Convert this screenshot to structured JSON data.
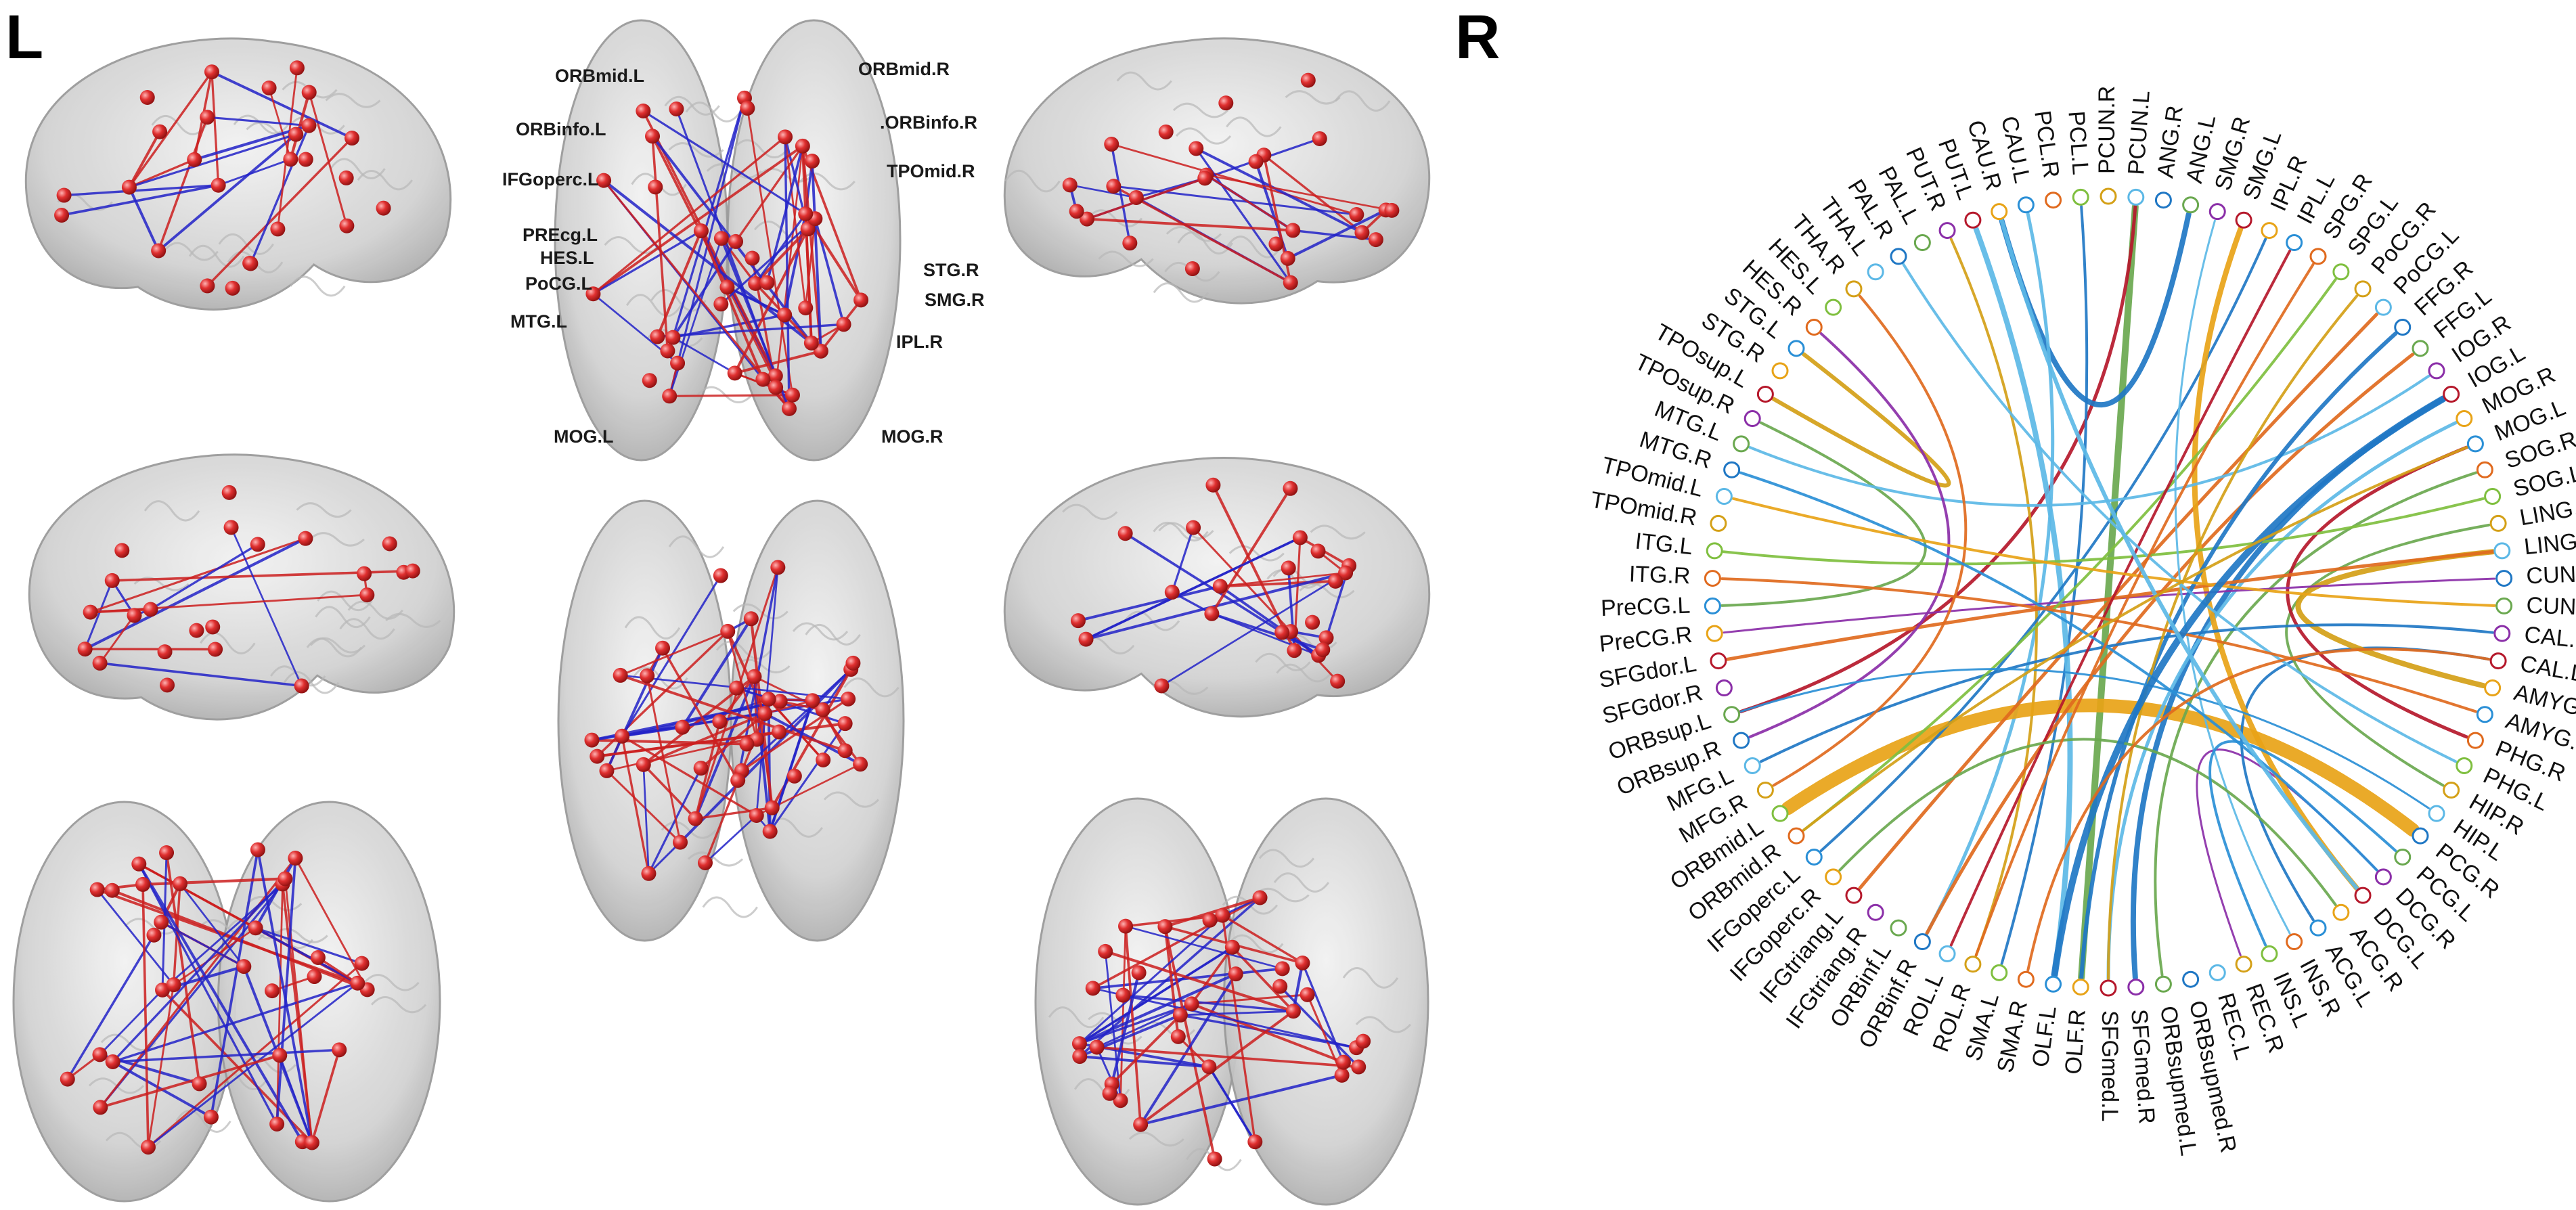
{
  "panels": {
    "left_letter": "L",
    "right_letter": "R"
  },
  "colors": {
    "node_red": "#d42a2a",
    "edge_red": "#cc1f1f",
    "edge_blue": "#2323c8",
    "brain_fill": "#cfcfcf",
    "brain_edge": "#9a9a9a"
  },
  "brain_views": [
    "left-lateral",
    "superior",
    "right-lateral",
    "left-medial",
    "inferior",
    "right-medial",
    "anterior",
    "posterior"
  ],
  "roi_labels": [
    "ORBmid.L",
    "ORBmid.R",
    "ORBinfo.L",
    ".ORBinfo.R",
    "IFGoperc.L",
    "TPOmid.R",
    "PREcg.L",
    "HES.L",
    "PoCG.L",
    "STG.R",
    "SMG.R",
    "MTG.L",
    "IPL.R",
    "MOG.L",
    "MOG.R"
  ],
  "ring_regions": [
    "PCUN.R",
    "PCUN.L",
    "ANG.R",
    "ANG.L",
    "SMG.R",
    "SMG.L",
    "IPL.R",
    "IPL.L",
    "SPG.R",
    "SPG.L",
    "PoCG.R",
    "PoCG.L",
    "FFG.R",
    "FFG.L",
    "IOG.R",
    "IOG.L",
    "MOG.R",
    "MOG.L",
    "SOG.R",
    "SOG.L",
    "LING.R",
    "LING.L",
    "CUN.R",
    "CUN.L",
    "CAL.R",
    "CAL.L",
    "AMYG.R",
    "AMYG.L",
    "PHG.R",
    "PHG.L",
    "HIP.R",
    "HIP.L",
    "PCG.R",
    "PCG.L",
    "DCG.R",
    "DCG.L",
    "ACG.R",
    "ACG.L",
    "INS.R",
    "INS.L",
    "REC.R",
    "REC.L",
    "ORBsupmed.R",
    "ORBsupmed.L",
    "SFGmed.R",
    "SFGmed.L",
    "OLF.R",
    "OLF.L",
    "SMA.R",
    "SMA.L",
    "ROL.R",
    "ROL.L",
    "ORBinf.R",
    "ORBinf.L",
    "IFGtriang.R",
    "IFGtriang.L",
    "IFGoperc.R",
    "IFGoperc.L",
    "ORBmid.R",
    "ORBmid.L",
    "MFG.R",
    "MFG.L",
    "ORBsup.R",
    "ORBsup.L",
    "SFGdor.R",
    "SFGdor.L",
    "PreCG.R",
    "PreCG.L",
    "ITG.R",
    "ITG.L",
    "TPOmid.R",
    "TPOmid.L",
    "MTG.R",
    "MTG.L",
    "TPOsup.R",
    "TPOsup.L",
    "STG.R",
    "STG.L",
    "HES.R",
    "HES.L",
    "THA.R",
    "THA.L",
    "PAL.R",
    "PAL.L",
    "PUT.R",
    "PUT.L",
    "CAU.R",
    "CAU.L",
    "PCL.R",
    "PCL.L"
  ],
  "ring_palette": [
    "#d4a017",
    "#5cb8e6",
    "#1f77c4",
    "#6aa84f",
    "#8b2fa8",
    "#b5182b",
    "#e8a317",
    "#2a8fd6",
    "#e06a1e",
    "#7fbf3f"
  ],
  "chords": [
    {
      "a": "PCUN.L",
      "b": "OLF.R",
      "color": "#6aa84f",
      "w": 10
    },
    {
      "a": "PCUN.L",
      "b": "ORBsup.L",
      "color": "#b5182b",
      "w": 5
    },
    {
      "a": "ANG.L",
      "b": "CAU.R",
      "color": "#1f77c4",
      "w": 8
    },
    {
      "a": "CAU.L",
      "b": "ORBinf.R",
      "color": "#5cb8e6",
      "w": 5
    },
    {
      "a": "PCL.L",
      "b": "SMA.L",
      "color": "#1f77c4",
      "w": 4
    },
    {
      "a": "PUT.R",
      "b": "ROL.R",
      "color": "#d4a017",
      "w": 4
    },
    {
      "a": "PUT.L",
      "b": "OLF.L",
      "color": "#5cb8e6",
      "w": 8
    },
    {
      "a": "STG.L",
      "b": "TPOsup.L",
      "color": "#d4a017",
      "w": 6
    },
    {
      "a": "TPOsup.R",
      "b": "PreCG.L",
      "color": "#6aa84f",
      "w": 4
    },
    {
      "a": "ORBmid.L",
      "b": "PCG.R",
      "color": "#e8a317",
      "w": 20
    },
    {
      "a": "IFGoperc.L",
      "b": "IPL.R",
      "color": "#1f77c4",
      "w": 4
    },
    {
      "a": "IFGtriang.L",
      "b": "PoCG.L",
      "color": "#e06a1e",
      "w": 5
    },
    {
      "a": "ORBinf.R",
      "b": "FFG.L",
      "color": "#e06a1e",
      "w": 5
    },
    {
      "a": "SFGmed.R",
      "b": "IOG.L",
      "color": "#1f77c4",
      "w": 8
    },
    {
      "a": "SFGmed.L",
      "b": "MOG.R",
      "color": "#5cb8e6",
      "w": 5
    },
    {
      "a": "ORBsupmed.L",
      "b": "SOG.R",
      "color": "#6aa84f",
      "w": 4
    },
    {
      "a": "REC.R",
      "b": "DCG.R",
      "color": "#8b2fa8",
      "w": 3
    },
    {
      "a": "ACG.L",
      "b": "CAL.L",
      "color": "#1f77c4",
      "w": 4
    },
    {
      "a": "DCG.L",
      "b": "SMG.L",
      "color": "#e8a317",
      "w": 8
    },
    {
      "a": "HIP.R",
      "b": "LING.R",
      "color": "#6aa84f",
      "w": 4
    },
    {
      "a": "PHG.R",
      "b": "MOG.L",
      "color": "#b5182b",
      "w": 5
    },
    {
      "a": "AMYG.R",
      "b": "LING.L",
      "color": "#d4a017",
      "w": 8
    },
    {
      "a": "CAL.R",
      "b": "MFG.L",
      "color": "#1f77c4",
      "w": 4
    },
    {
      "a": "CUN.R",
      "b": "PreCG.R",
      "color": "#8b2fa8",
      "w": 3
    },
    {
      "a": "LING.L",
      "b": "SFGdor.L",
      "color": "#e06a1e",
      "w": 5
    },
    {
      "a": "SOG.L",
      "b": "ITG.L",
      "color": "#7fbf3f",
      "w": 4
    },
    {
      "a": "IOG.R",
      "b": "MTG.L",
      "color": "#5cb8e6",
      "w": 4
    },
    {
      "a": "FFG.R",
      "b": "OLF.R",
      "color": "#1f77c4",
      "w": 6
    },
    {
      "a": "SPG.L",
      "b": "ORBmid.R",
      "color": "#7fbf3f",
      "w": 4
    },
    {
      "a": "IPL.L",
      "b": "ROL.L",
      "color": "#b5182b",
      "w": 4
    },
    {
      "a": "PoCG.R",
      "b": "SFGmed.L",
      "color": "#d4a017",
      "w": 4
    },
    {
      "a": "SMG.R",
      "b": "INS.R",
      "color": "#5cb8e6",
      "w": 3
    },
    {
      "a": "THA.R",
      "b": "MFG.R",
      "color": "#e06a1e",
      "w": 4
    },
    {
      "a": "PAL.R",
      "b": "PHG.L",
      "color": "#5cb8e6",
      "w": 4
    },
    {
      "a": "HES.R",
      "b": "ORBsup.R",
      "color": "#8b2fa8",
      "w": 4
    },
    {
      "a": "MTG.R",
      "b": "DCG.R",
      "color": "#2a8fd6",
      "w": 4
    },
    {
      "a": "TPOmid.L",
      "b": "CUN.L",
      "color": "#e8a317",
      "w": 4
    },
    {
      "a": "ITG.R",
      "b": "AMYG.L",
      "color": "#e06a1e",
      "w": 4
    },
    {
      "a": "ORBsup.L",
      "b": "HIP.L",
      "color": "#2a8fd6",
      "w": 3
    },
    {
      "a": "IFGoperc.R",
      "b": "ACG.R",
      "color": "#6aa84f",
      "w": 4
    },
    {
      "a": "OLF.L",
      "b": "IOG.L",
      "color": "#1f77c4",
      "w": 10
    },
    {
      "a": "ROL.R",
      "b": "SPG.R",
      "color": "#e06a1e",
      "w": 4
    },
    {
      "a": "INS.L",
      "b": "PCG.L",
      "color": "#2a8fd6",
      "w": 4
    },
    {
      "a": "CAU.R",
      "b": "DCG.L",
      "color": "#5cb8e6",
      "w": 6
    },
    {
      "a": "ORBmid.R",
      "b": "MOG.L",
      "color": "#d4a017",
      "w": 4
    },
    {
      "a": "SMA.R",
      "b": "CAL.L",
      "color": "#e06a1e",
      "w": 4
    }
  ]
}
